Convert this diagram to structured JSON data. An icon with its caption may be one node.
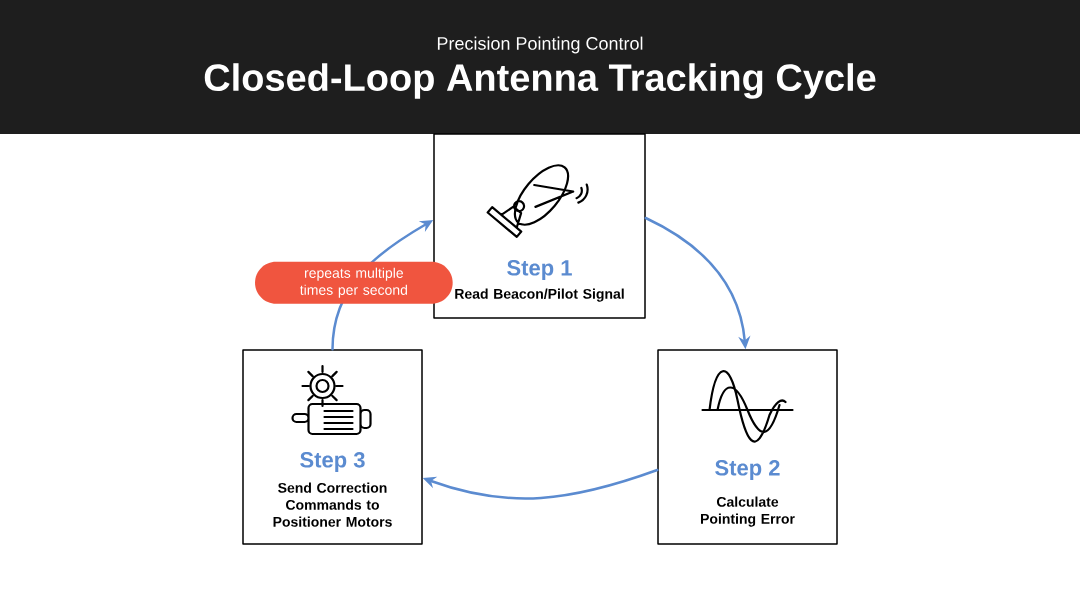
{
  "diagram": {
    "title": "Closed-Loop Antenna Tracking Cycle",
    "nodes": [
      {
        "text": [
          "Step 1",
          "Read Beacon/Pilot Signal"
        ]
      },
      {
        "text": [
          "Step 2",
          "Calculate Pointing Error"
        ]
      },
      {
        "text": [
          "Step 3",
          "Send Correction Commands to Positioner Motors"
        ]
      }
    ],
    "edges": [
      {
        "from": 0,
        "to": 1,
        "arrow": "to"
      },
      {
        "from": 1,
        "to": 2,
        "arrow": "to"
      },
      {
        "from": 2,
        "to": 0,
        "arrow": "to",
        "label": "repeats multiple times per second"
      }
    ],
    "labels": [
      "Precision Pointing Control"
    ]
  }
}
